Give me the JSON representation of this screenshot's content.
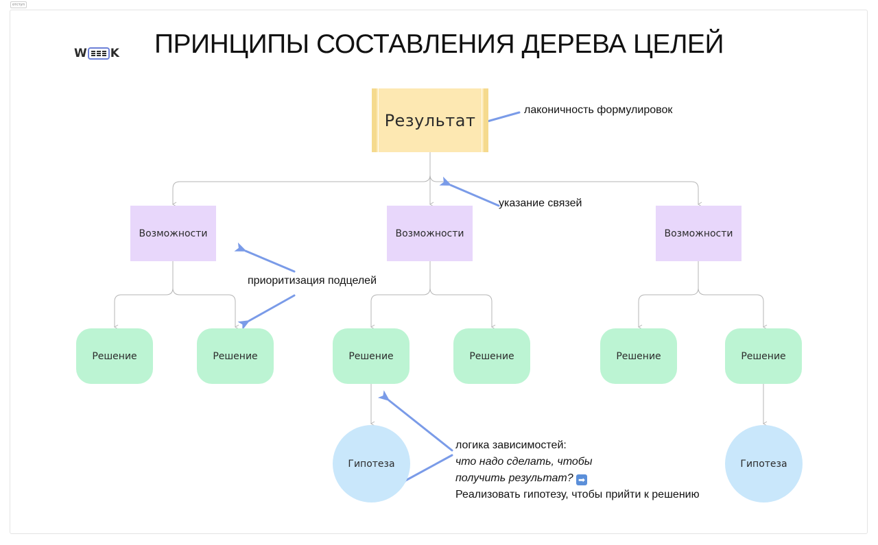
{
  "tag": "отступ",
  "logo": {
    "text_left": "W",
    "text_right": "K"
  },
  "title": "ПРИНЦИПЫ СОСТАВЛЕНИЯ ДЕРЕВА ЦЕЛЕЙ",
  "nodes": {
    "result": "Результат",
    "opportunities": [
      "Возможности",
      "Возможности",
      "Возможности"
    ],
    "solutions": [
      "Решение",
      "Решение",
      "Решение",
      "Решение",
      "Решение",
      "Решение"
    ],
    "hypotheses": [
      "Гипотеза",
      "Гипотеза"
    ]
  },
  "notes": {
    "conciseness": "лаконичность формулировок",
    "links": "указание связей",
    "prioritization": "приоритизация подцелей",
    "logic_line1": "логика зависимостей:",
    "logic_line2": "что надо сделать, чтобы",
    "logic_line3": "получить результат?",
    "logic_line4": "Реализовать гипотезу, чтобы прийти к решению",
    "logic_emoji": "➡"
  },
  "colors": {
    "result": "#fde8b2",
    "opportunity": "#e8d7fb",
    "solution": "#bcf4d3",
    "hypothesis": "#c9e7fb",
    "connector": "#b5b5b5",
    "annotation_arrow": "#7a9be8"
  }
}
